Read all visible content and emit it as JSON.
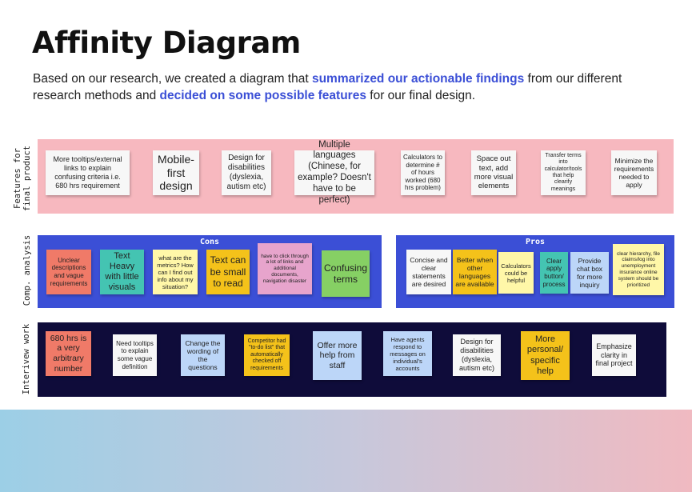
{
  "title": "Affinity Diagram",
  "description": {
    "part1": "Based on our research, we created a diagram that ",
    "highlight1": "summarized our actionable findings",
    "part2": " from our different research methods and ",
    "highlight2": "decided on some possible features",
    "part3": " for our final design."
  },
  "colors": {
    "highlight": "#3b4fd6",
    "features_band": "#f7b8bf",
    "comp_band": "#3b4fd6",
    "interview_band": "#0f0c3a",
    "note_white": "#f7f7f7",
    "note_yellow": "#fff7a8",
    "note_gold": "#f4c21a",
    "note_teal": "#44c4b2",
    "note_blue": "#bcd6f8",
    "note_pink": "#e7a4cc",
    "note_green": "#86d064",
    "note_red": "#f07a68"
  },
  "rows": {
    "features": {
      "label": "Features for\nfinal product",
      "notes": [
        {
          "text": "More tooltips/external links to explain confusing criteria i.e. 680 hrs requirement",
          "color": "white"
        },
        {
          "text": "Mobile-first design",
          "color": "white"
        },
        {
          "text": "Design for disabilities (dyslexia, autism etc)",
          "color": "white"
        },
        {
          "text": "Multiple languages (Chinese, for example? Doesn't have to be perfect)",
          "color": "white"
        },
        {
          "text": "Calculators to determine # of hours worked (680 hrs problem)",
          "color": "white"
        },
        {
          "text": "Space out text, add more visual elements",
          "color": "white"
        },
        {
          "text": "Transfer terms into calculator/tools that help clearify meanings",
          "color": "white"
        },
        {
          "text": "Minimize the requirements needed to apply",
          "color": "white"
        }
      ]
    },
    "comp": {
      "label": "Comp. analysis",
      "cons_title": "Cons",
      "pros_title": "Pros",
      "cons": [
        {
          "text": "Unclear descriptions and vague requirements",
          "color": "red"
        },
        {
          "text": "Text Heavy with little visuals",
          "color": "teal"
        },
        {
          "text": "what are the metrics? How can I find out info about my situation?",
          "color": "yellow"
        },
        {
          "text": "Text can be small to read",
          "color": "gold"
        },
        {
          "text": "have to click through a lot of links and additional documents, navigation disaster",
          "color": "pink"
        },
        {
          "text": "Confusing terms",
          "color": "green"
        }
      ],
      "pros": [
        {
          "text": "Concise and clear statements are desired",
          "color": "white"
        },
        {
          "text": "Better when other languages are available",
          "color": "gold"
        },
        {
          "text": "Calculators could be helpful",
          "color": "yellow"
        },
        {
          "text": "Clear apply button/ process",
          "color": "teal"
        },
        {
          "text": "Provide chat box for more inquiry",
          "color": "blue"
        },
        {
          "text": "clear hierarchy, file claims/log into unemployment insurance online system should be prioritized",
          "color": "yellow"
        }
      ]
    },
    "interview": {
      "label": "Interivew work",
      "notes": [
        {
          "text": "680 hrs is a very arbitrary number",
          "color": "red"
        },
        {
          "text": "Need tooltips to explain some vague definition",
          "color": "white"
        },
        {
          "text": "Change the wording of the questions",
          "color": "blue"
        },
        {
          "text": "Competitor had \"to-do list\" that automatically checked off requirements",
          "color": "gold"
        },
        {
          "text": "Offer more help from staff",
          "color": "blue"
        },
        {
          "text": "Have agents respond to messages on individual's accounts",
          "color": "blue"
        },
        {
          "text": "Design for disabilities (dyslexia, autism etc)",
          "color": "white"
        },
        {
          "text": "More personal/ specific help",
          "color": "gold"
        },
        {
          "text": "Emphasize clarity in final project",
          "color": "white"
        }
      ]
    }
  }
}
